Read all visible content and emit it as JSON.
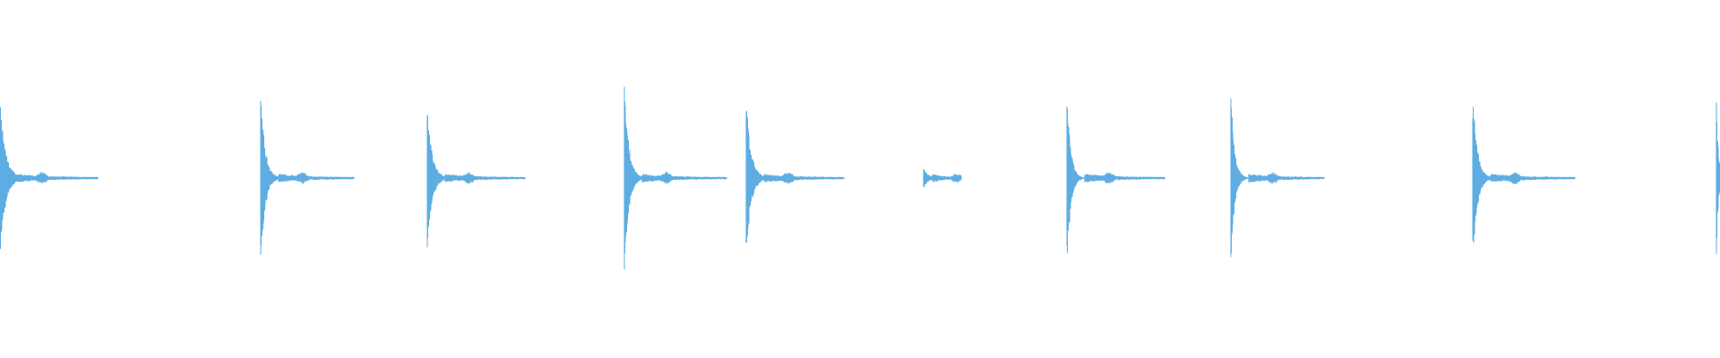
{
  "waveform": {
    "color": "#5dade2",
    "events": [
      {
        "amp": 0.82,
        "decay": 0.28,
        "tail": 1.0
      },
      {
        "amp": 0.93,
        "decay": 0.22,
        "tail": 1.0
      },
      {
        "amp": 0.75,
        "decay": 0.24,
        "tail": 1.0
      },
      {
        "amp": 1.0,
        "decay": 0.22,
        "tail": 1.0
      },
      {
        "amp": 0.88,
        "decay": 0.24,
        "tail": 1.0
      },
      {
        "amp": 0.08,
        "decay": 0.6,
        "tail": 0.6
      },
      {
        "amp": 0.97,
        "decay": 0.18,
        "tail": 1.0
      },
      {
        "amp": 0.96,
        "decay": 0.18,
        "tail": 1.0
      },
      {
        "amp": 0.92,
        "decay": 0.22,
        "tail": 1.0
      },
      {
        "amp": 0.85,
        "decay": 0.1,
        "tail": 0.0
      }
    ]
  }
}
